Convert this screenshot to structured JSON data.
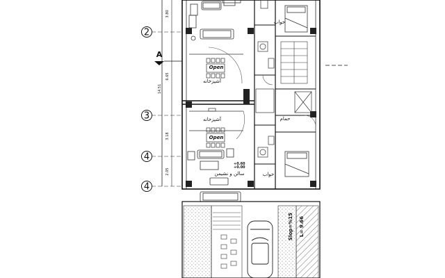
{
  "grid_axes": [
    "2",
    "3",
    "4",
    "4"
  ],
  "section_marker": "A",
  "dimensions": [
    "3.80",
    "14.51",
    "6.65",
    "3.18",
    "2.05"
  ],
  "rooms": {
    "kitchen_upper": "آشپزخانه",
    "kitchen_lower": "آشپزخانه",
    "open_upper": "Open",
    "open_lower": "Open",
    "bedroom_upper": "خواب",
    "bedroom_lower": "خواب",
    "bathroom": "حمام",
    "living_room": "سالن و نشیمن"
  },
  "levels": {
    "finish": "+0.60",
    "structure": "+0.00"
  },
  "ramp": {
    "slope": "Slop=%15",
    "length": "L= 9.66"
  }
}
